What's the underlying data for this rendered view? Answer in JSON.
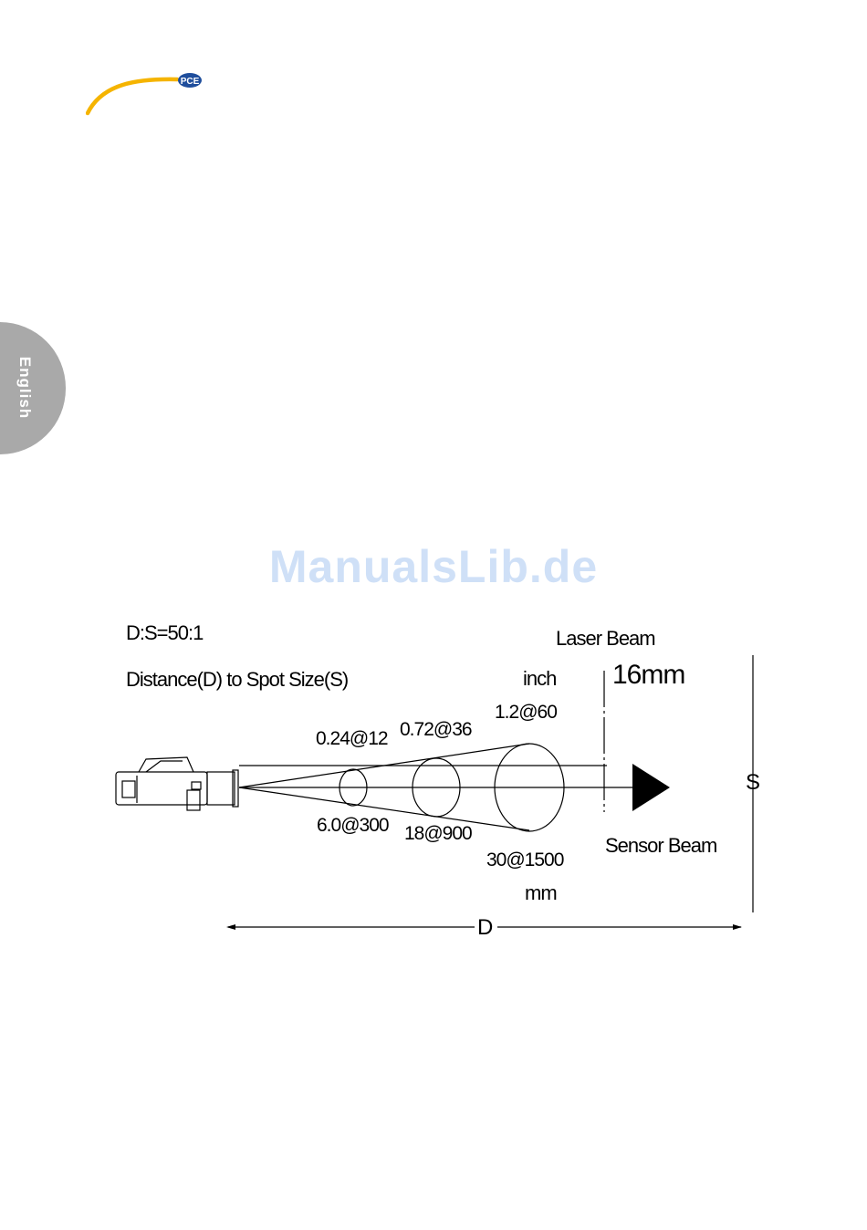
{
  "header": {
    "logo_text": "PCE"
  },
  "side_tab": {
    "language": "English"
  },
  "watermark": "ManualsLib.de",
  "diagram": {
    "ratio": "D:S=50:1",
    "description": "Distance(D) to Spot Size(S)",
    "laser_beam_label": "Laser Beam",
    "inch_unit": "inch",
    "laser_spot": "16mm",
    "inch_values": [
      "0.24@12",
      "0.72@36",
      "1.2@60"
    ],
    "mm_values": [
      "6.0@300",
      "18@900",
      "30@1500"
    ],
    "mm_unit": "mm",
    "sensor_beam_label": "Sensor Beam",
    "s_label": "S",
    "d_label": "D"
  },
  "colors": {
    "logo_arc": "#f5b400",
    "logo_badge": "#1f4e9c",
    "side_tab": "#a9a9a9",
    "watermark": "#cfe0f7"
  }
}
